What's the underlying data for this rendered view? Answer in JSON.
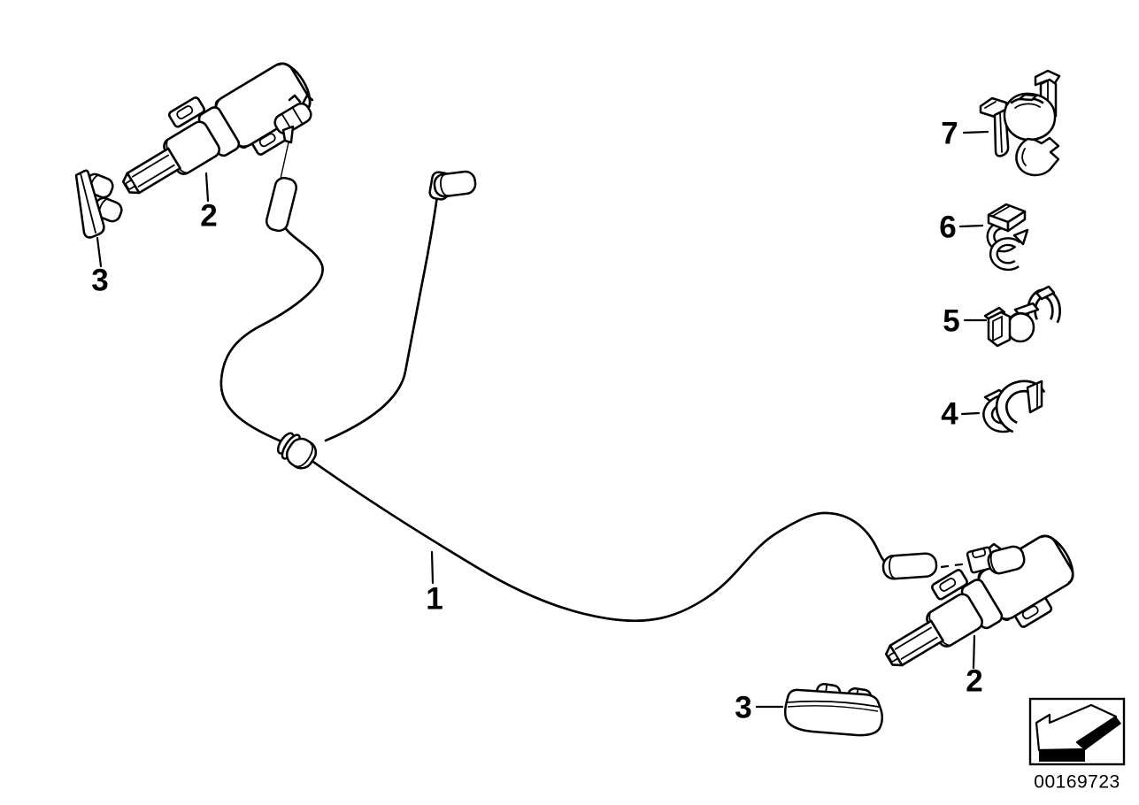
{
  "colors": {
    "line": "#000000",
    "background": "#ffffff"
  },
  "diagram": {
    "callouts": {
      "hose": "1",
      "nozzle_left": "2",
      "cover_left": "3",
      "clip_4": "4",
      "clip_5": "5",
      "clip_6": "6",
      "bracket": "7",
      "nozzle_right": "2",
      "cover_right": "3"
    },
    "footer": {
      "image_number": "00169723",
      "icon": "direction-arrow-down-left-icon"
    }
  }
}
